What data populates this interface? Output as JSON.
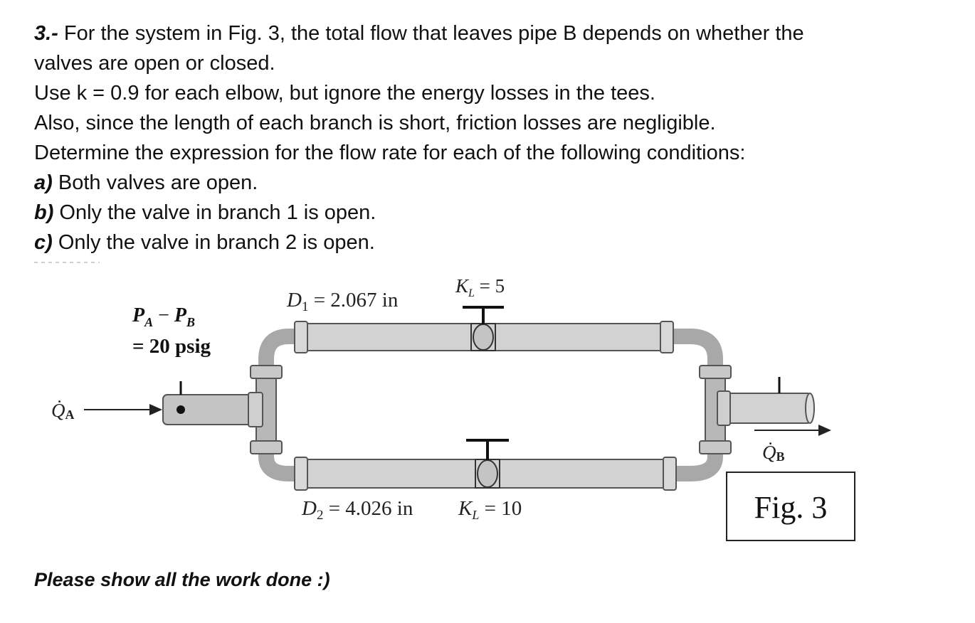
{
  "problem": {
    "lines": [
      {
        "prefix": "3.-",
        "text": " For the system in Fig. 3, the total flow that leaves pipe B depends on whether the"
      },
      {
        "prefix": "",
        "text": "valves are open or closed."
      },
      {
        "prefix": "",
        "text": "Use k = 0.9 for each elbow, but ignore the energy losses in the tees."
      },
      {
        "prefix": "",
        "text": "Also, since the length of each branch is short, friction losses are negligible."
      },
      {
        "prefix": "",
        "text": "Determine the expression for the flow rate for each of the following conditions:"
      },
      {
        "prefix": "a)",
        "text": " Both valves are open."
      },
      {
        "prefix": "b)",
        "text": " Only the valve in branch 1 is open."
      },
      {
        "prefix": "c)",
        "text": " Only the valve in branch 2 is open."
      }
    ]
  },
  "figure": {
    "pressure_label_line1": "P",
    "pressure_sub_a": "A",
    "pressure_minus": " − ",
    "pressure_label_p2": "P",
    "pressure_sub_b": "B",
    "pressure_label_line2": "= 20 psig",
    "d1_label": "D",
    "d1_sub": "1",
    "d1_value": " = 2.067 in",
    "kl1_label": "K",
    "kl1_sub": "L",
    "kl1_value": " = 5",
    "d2_label": "D",
    "d2_sub": "2",
    "d2_value": " = 4.026 in",
    "kl2_label": "K",
    "kl2_sub": "L",
    "kl2_value": " = 10",
    "qa_label": "Q̇",
    "qa_sub": "A",
    "qb_label": "Q̇",
    "qb_sub": "B",
    "fig_caption": "Fig. 3"
  },
  "footer": {
    "note": "Please show all the work done :)"
  },
  "colors": {
    "pipe_fill": "#d2d2d2",
    "pipe_stroke": "#555555",
    "elbow": "#a8a8a8",
    "text": "#111111"
  }
}
